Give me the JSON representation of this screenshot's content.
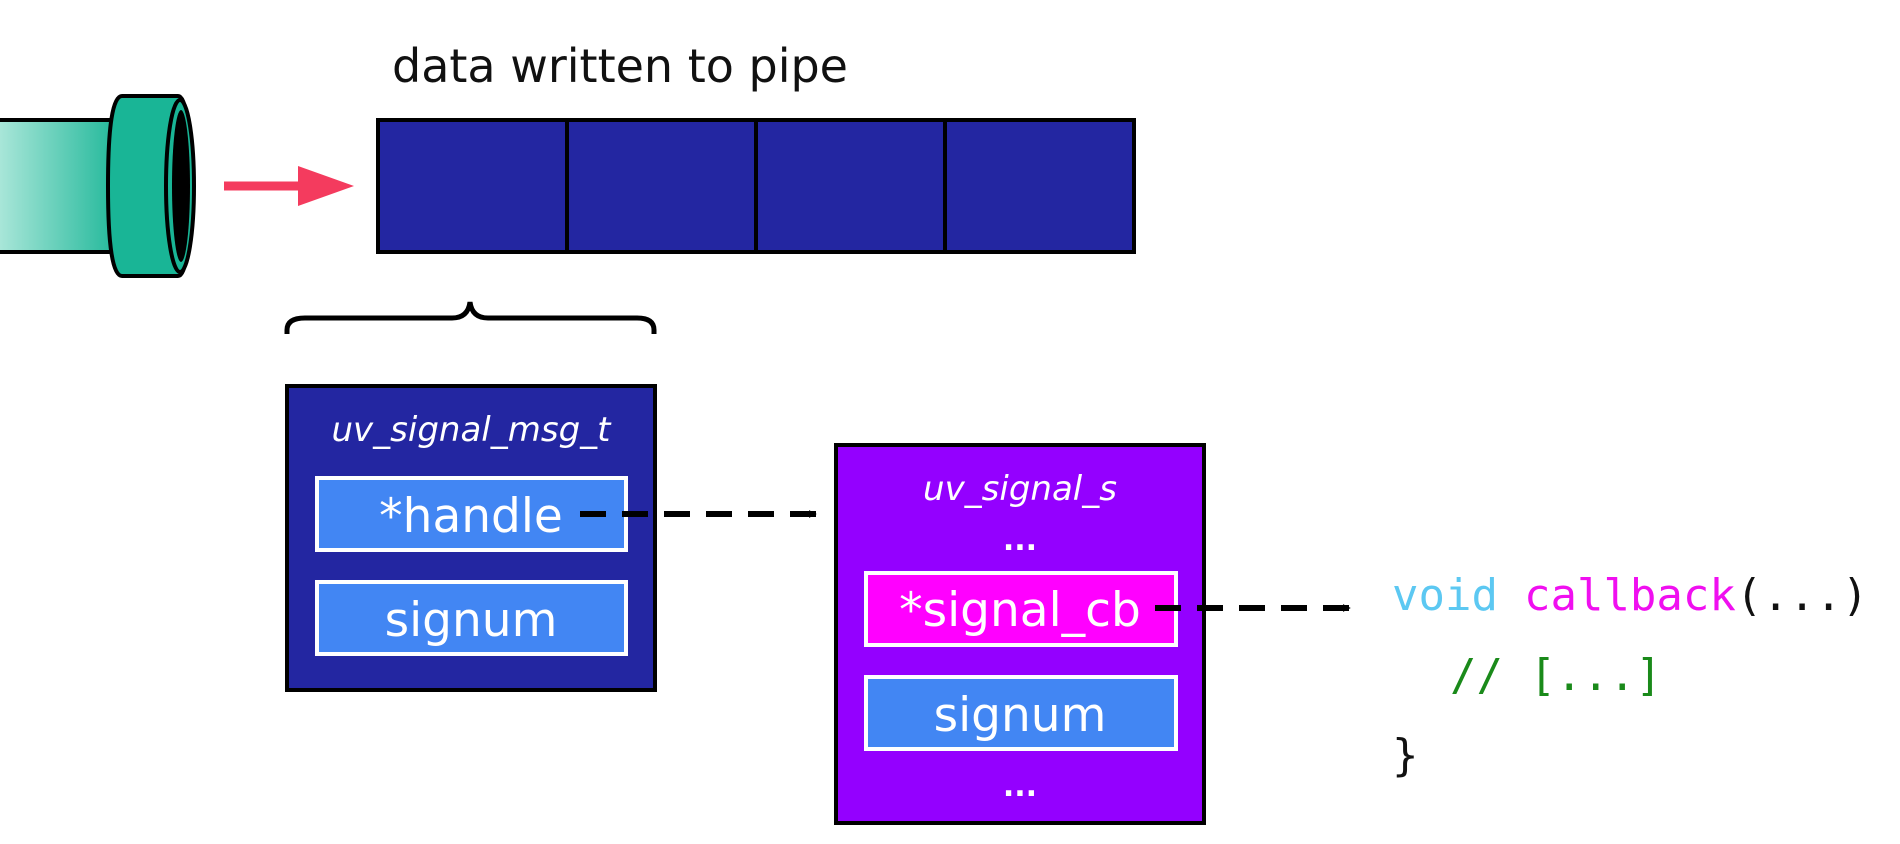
{
  "pipe_label": "data written to pipe",
  "msg_struct": {
    "title": "uv_signal_msg_t",
    "fields": [
      "*handle",
      "signum"
    ]
  },
  "signal_struct": {
    "title": "uv_signal_s",
    "ellipsis_top": "...",
    "fields": [
      "*signal_cb",
      "signum"
    ],
    "ellipsis_bottom": "..."
  },
  "code": {
    "keyword": "void",
    "function": "callback",
    "params": "(...)",
    "comment": "// [...]",
    "close_brace": "}"
  },
  "colors": {
    "pipe": "#19b596",
    "arrow": "#f43b5e",
    "buffer": "#2326a1",
    "msg_box": "#2326a1",
    "field": "#4286f3",
    "signal_box": "#9400ff",
    "highlight_field": "#ff00ff",
    "code_keyword": "#5cc8f2",
    "code_function": "#f00ff0",
    "code_comment": "#1a8a1a"
  }
}
